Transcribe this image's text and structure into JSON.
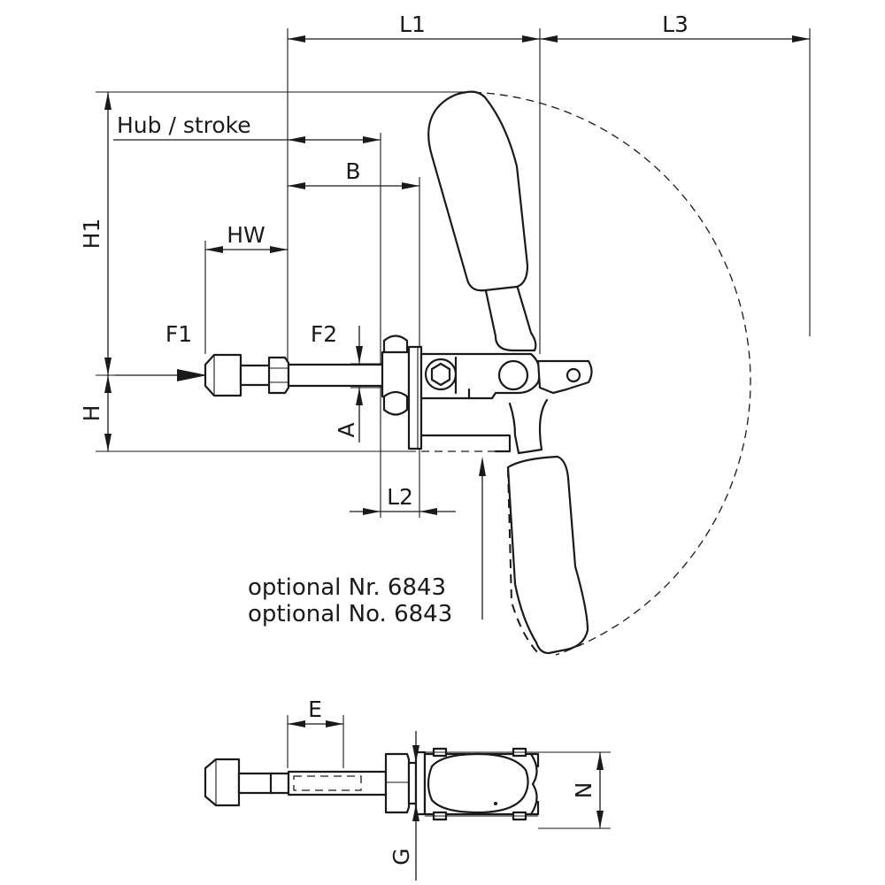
{
  "labels": {
    "l1": "L1",
    "l3": "L3",
    "hub": "Hub / stroke",
    "b": "B",
    "hw": "HW",
    "h1": "H1",
    "f1": "F1",
    "f2": "F2",
    "a": "A",
    "h": "H",
    "l2": "L2",
    "e": "E",
    "n": "N",
    "g": "G"
  },
  "notes": {
    "optional_de": "optional Nr. 6843",
    "optional_en": "optional No. 6843"
  }
}
